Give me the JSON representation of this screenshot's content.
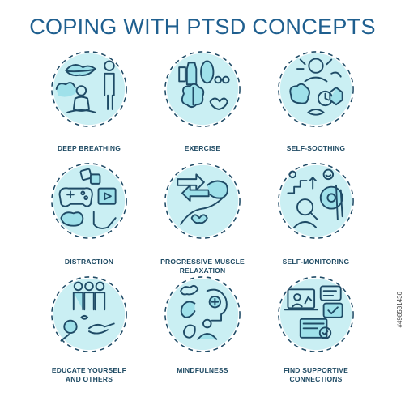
{
  "title": "COPING WITH PTSD CONCEPTS",
  "stock_id": "#498531436",
  "colors": {
    "accent": "#9fe1ea",
    "stroke": "#1f4b66",
    "title": "#1f5f8f"
  },
  "concepts": [
    {
      "label": "DEEP BREATHING",
      "icon": "deep-breathing-icon"
    },
    {
      "label": "EXERCISE",
      "icon": "exercise-icon"
    },
    {
      "label": "SELF-SOOTHING",
      "icon": "self-soothing-icon"
    },
    {
      "label": "DISTRACTION",
      "icon": "distraction-icon"
    },
    {
      "label": "PROGRESSIVE MUSCLE\nRELAXATION",
      "icon": "muscle-relaxation-icon"
    },
    {
      "label": "SELF-MONITORING",
      "icon": "self-monitoring-icon"
    },
    {
      "label": "EDUCATE YOURSELF\nAND OTHERS",
      "icon": "educate-icon"
    },
    {
      "label": "MINDFULNESS",
      "icon": "mindfulness-icon"
    },
    {
      "label": "FIND SUPPORTIVE\nCONNECTIONS",
      "icon": "supportive-connections-icon"
    }
  ]
}
